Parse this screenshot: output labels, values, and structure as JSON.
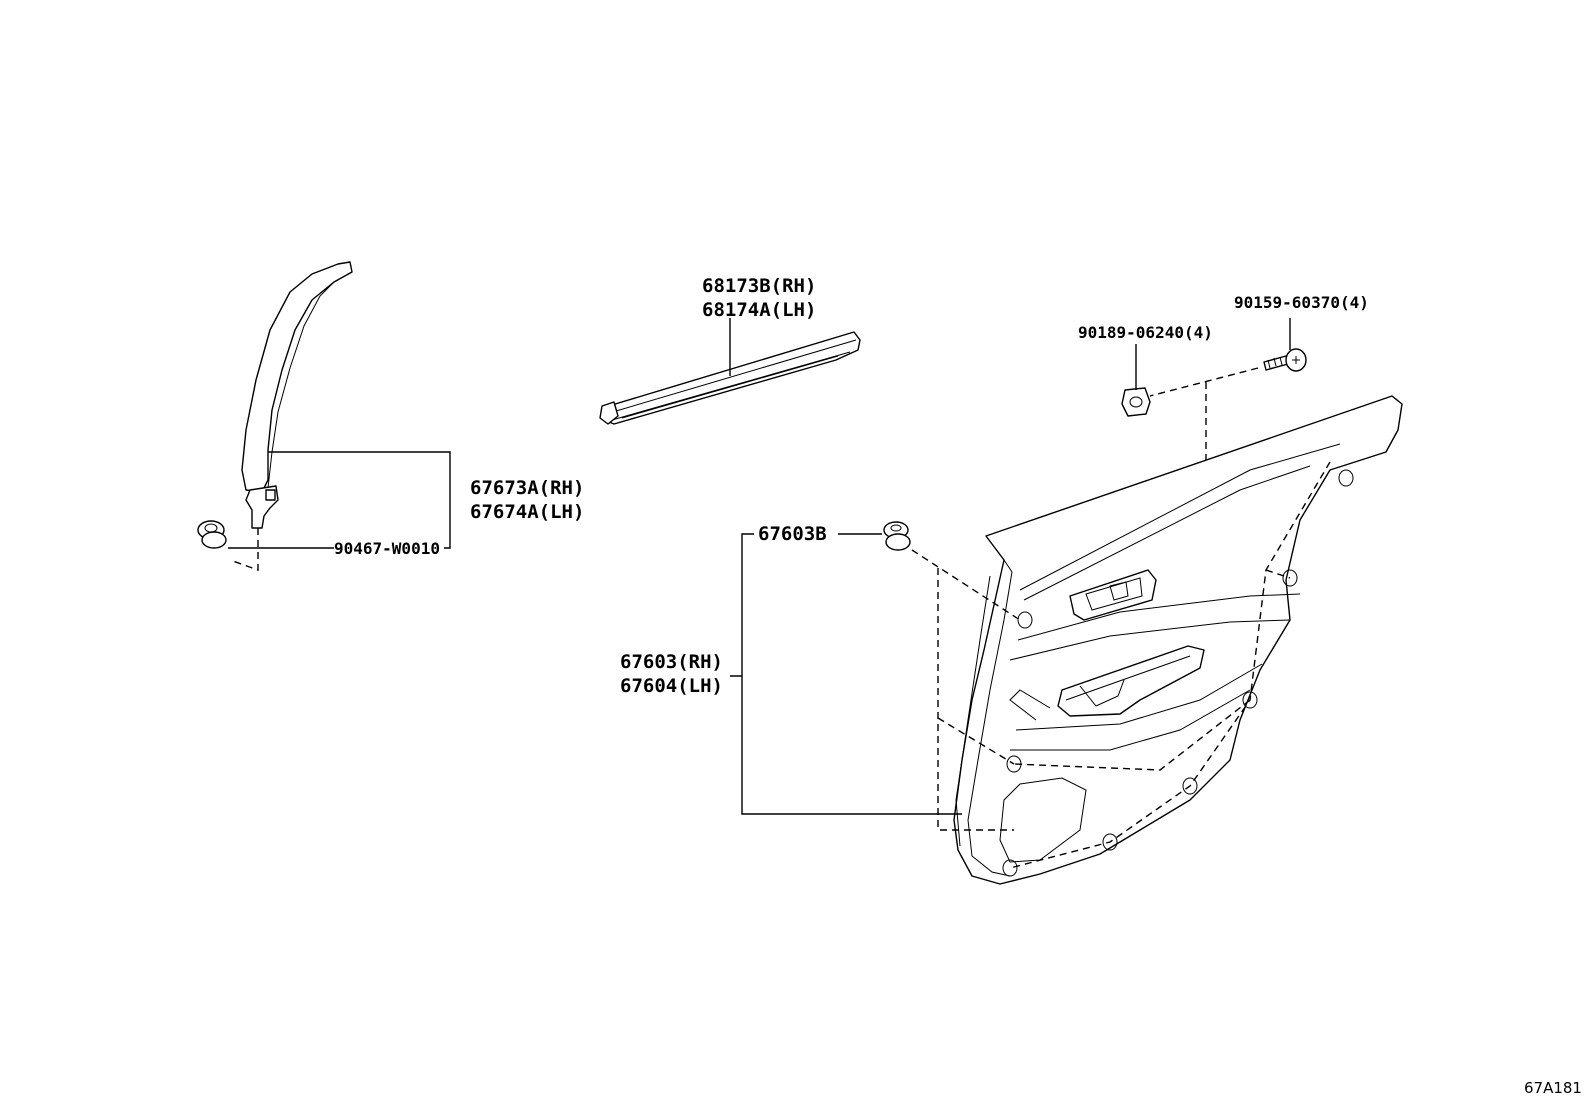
{
  "labels": {
    "garnish_rh": "67673A(RH)",
    "garnish_lh": "67674A(LH)",
    "clip_90467": "90467-W0010",
    "weatherstrip_rh": "68173B(RH)",
    "weatherstrip_lh": "68174A(LH)",
    "nut_90189": "90189-06240(4)",
    "screw_90159": "90159-60370(4)",
    "clip_67603b": "67603B",
    "trim_board_rh": "67603(RH)",
    "trim_board_lh": "67604(LH)"
  },
  "diagram_code": "67A181"
}
